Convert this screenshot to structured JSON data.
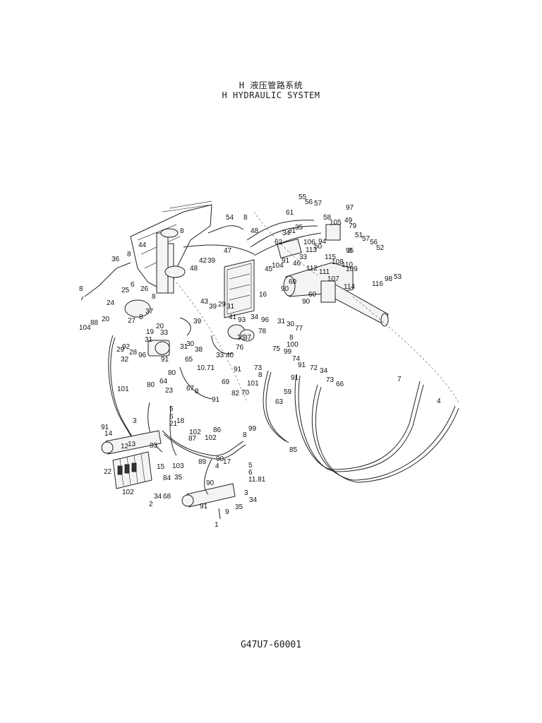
{
  "header": {
    "title_cn": "H  液压管路系统",
    "title_en": "H HYDRAULIC SYSTEM"
  },
  "footer": {
    "drawing_code": "G47U7-60001"
  },
  "callouts": [
    "55",
    "56",
    "57",
    "97",
    "54",
    "8",
    "61",
    "48",
    "49",
    "79",
    "105",
    "58",
    "8",
    "44",
    "47",
    "31",
    "35",
    "51",
    "57",
    "56",
    "52",
    "34",
    "62",
    "106",
    "94",
    "50",
    "113",
    "95",
    "8",
    "36",
    "8",
    "42",
    "39",
    "48",
    "45",
    "91",
    "33",
    "104",
    "46",
    "115",
    "108",
    "110",
    "109",
    "111",
    "112",
    "107",
    "114",
    "116",
    "98",
    "53",
    "8",
    "25",
    "6",
    "26",
    "24",
    "8",
    "16",
    "60",
    "90",
    "60",
    "90",
    "27",
    "8",
    "37",
    "43",
    "39",
    "29",
    "31",
    "20",
    "88",
    "104",
    "34",
    "96",
    "93",
    "39",
    "31",
    "30",
    "77",
    "20",
    "19",
    "33",
    "41",
    "35",
    "37",
    "78",
    "8",
    "29",
    "92",
    "31",
    "28",
    "96",
    "31",
    "30",
    "38",
    "33",
    "40",
    "76",
    "100",
    "75",
    "99",
    "74",
    "91",
    "72",
    "34",
    "32",
    "91",
    "65",
    "10.71",
    "91",
    "73",
    "8",
    "91",
    "73",
    "66",
    "80",
    "64",
    "69",
    "101",
    "8",
    "23",
    "101",
    "80",
    "67",
    "91",
    "82",
    "70",
    "59",
    "7",
    "63",
    "4",
    "5",
    "6",
    "21",
    "18",
    "3",
    "91",
    "14",
    "13",
    "12",
    "22",
    "102",
    "87",
    "86",
    "102",
    "83",
    "99",
    "8",
    "85",
    "15",
    "103",
    "89",
    "90",
    "17",
    "4",
    "5",
    "6",
    "11.81",
    "102",
    "84",
    "35",
    "34",
    "68",
    "2",
    "90",
    "91",
    "3",
    "34",
    "35",
    "9",
    "1"
  ]
}
